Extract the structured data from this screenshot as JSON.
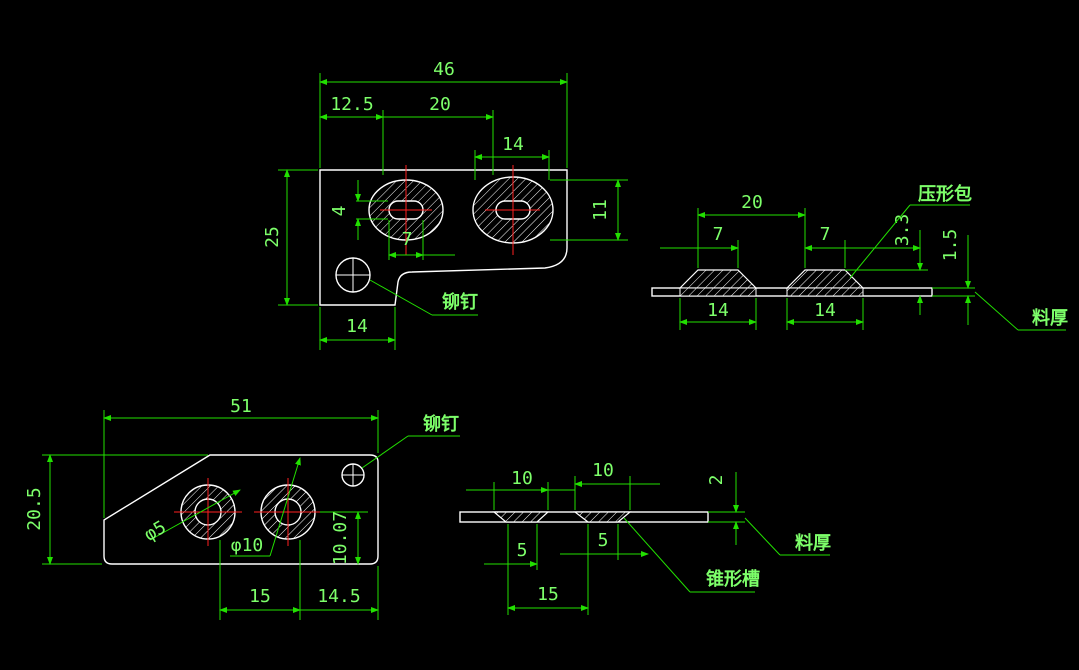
{
  "colors": {
    "background": "#000000",
    "dimension": "#22e000",
    "part": "#ffffff",
    "centerline": "#ff2020",
    "text": "#7dff6a"
  },
  "top_left_view": {
    "dims": {
      "overall_width": "46",
      "offset": "12.5",
      "hole_spacing": "20",
      "slot_width": "14",
      "height": "25",
      "slot_height": "11",
      "slot_inner": "4",
      "slot_inner_len": "7",
      "bottom_width": "14"
    },
    "rivet_label": "铆钉"
  },
  "top_right_view": {
    "dims": {
      "spacing": "20",
      "left_top": "7",
      "right_top": "7",
      "left_bottom": "14",
      "right_bottom": "14",
      "depth": "3.3",
      "thickness": "1.5"
    },
    "emboss_label": "压形包",
    "thickness_label": "料厚"
  },
  "bottom_left_view": {
    "dims": {
      "overall_width": "51",
      "height": "20.5",
      "small_dia": "φ5",
      "large_dia": "φ10",
      "hole_height": "10.07",
      "spacing_a": "15",
      "spacing_b": "14.5"
    },
    "rivet_label": "铆钉"
  },
  "bottom_right_view": {
    "dims": {
      "top_left": "10",
      "top_right": "10",
      "depth": "2",
      "bottom_left": "5",
      "bottom_right": "5",
      "spacing": "15"
    },
    "thickness_label": "料厚",
    "groove_label": "锥形槽"
  }
}
